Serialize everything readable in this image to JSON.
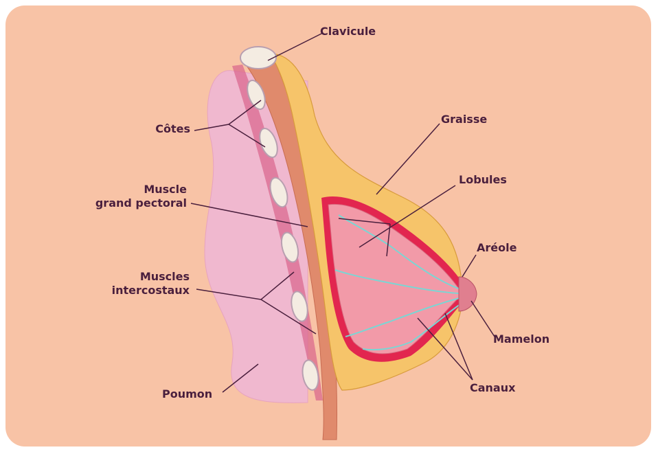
{
  "labels": {
    "clavicule": "Clavicule",
    "cotes": "Côtes",
    "muscle_line1": "Muscle",
    "muscle_line2": "grand pectoral",
    "intercostaux_line1": "Muscles",
    "intercostaux_line2": "intercostaux",
    "poumon": "Poumon",
    "graisse": "Graisse",
    "lobules": "Lobules",
    "areole": "Aréole",
    "mamelon": "Mamelon",
    "canaux": "Canaux"
  },
  "colors": {
    "background": "#f8c3a6",
    "label_text": "#4a1f3d",
    "leader_line": "#4a1f3d",
    "lung": "#f0b8cf",
    "muscle": "#e08a6c",
    "bone": "#f4ece2",
    "fat": "#f6c46a",
    "gland": "#f29aa8",
    "ducts": "#7ad6d4",
    "tissue_red": "#e2264f"
  }
}
